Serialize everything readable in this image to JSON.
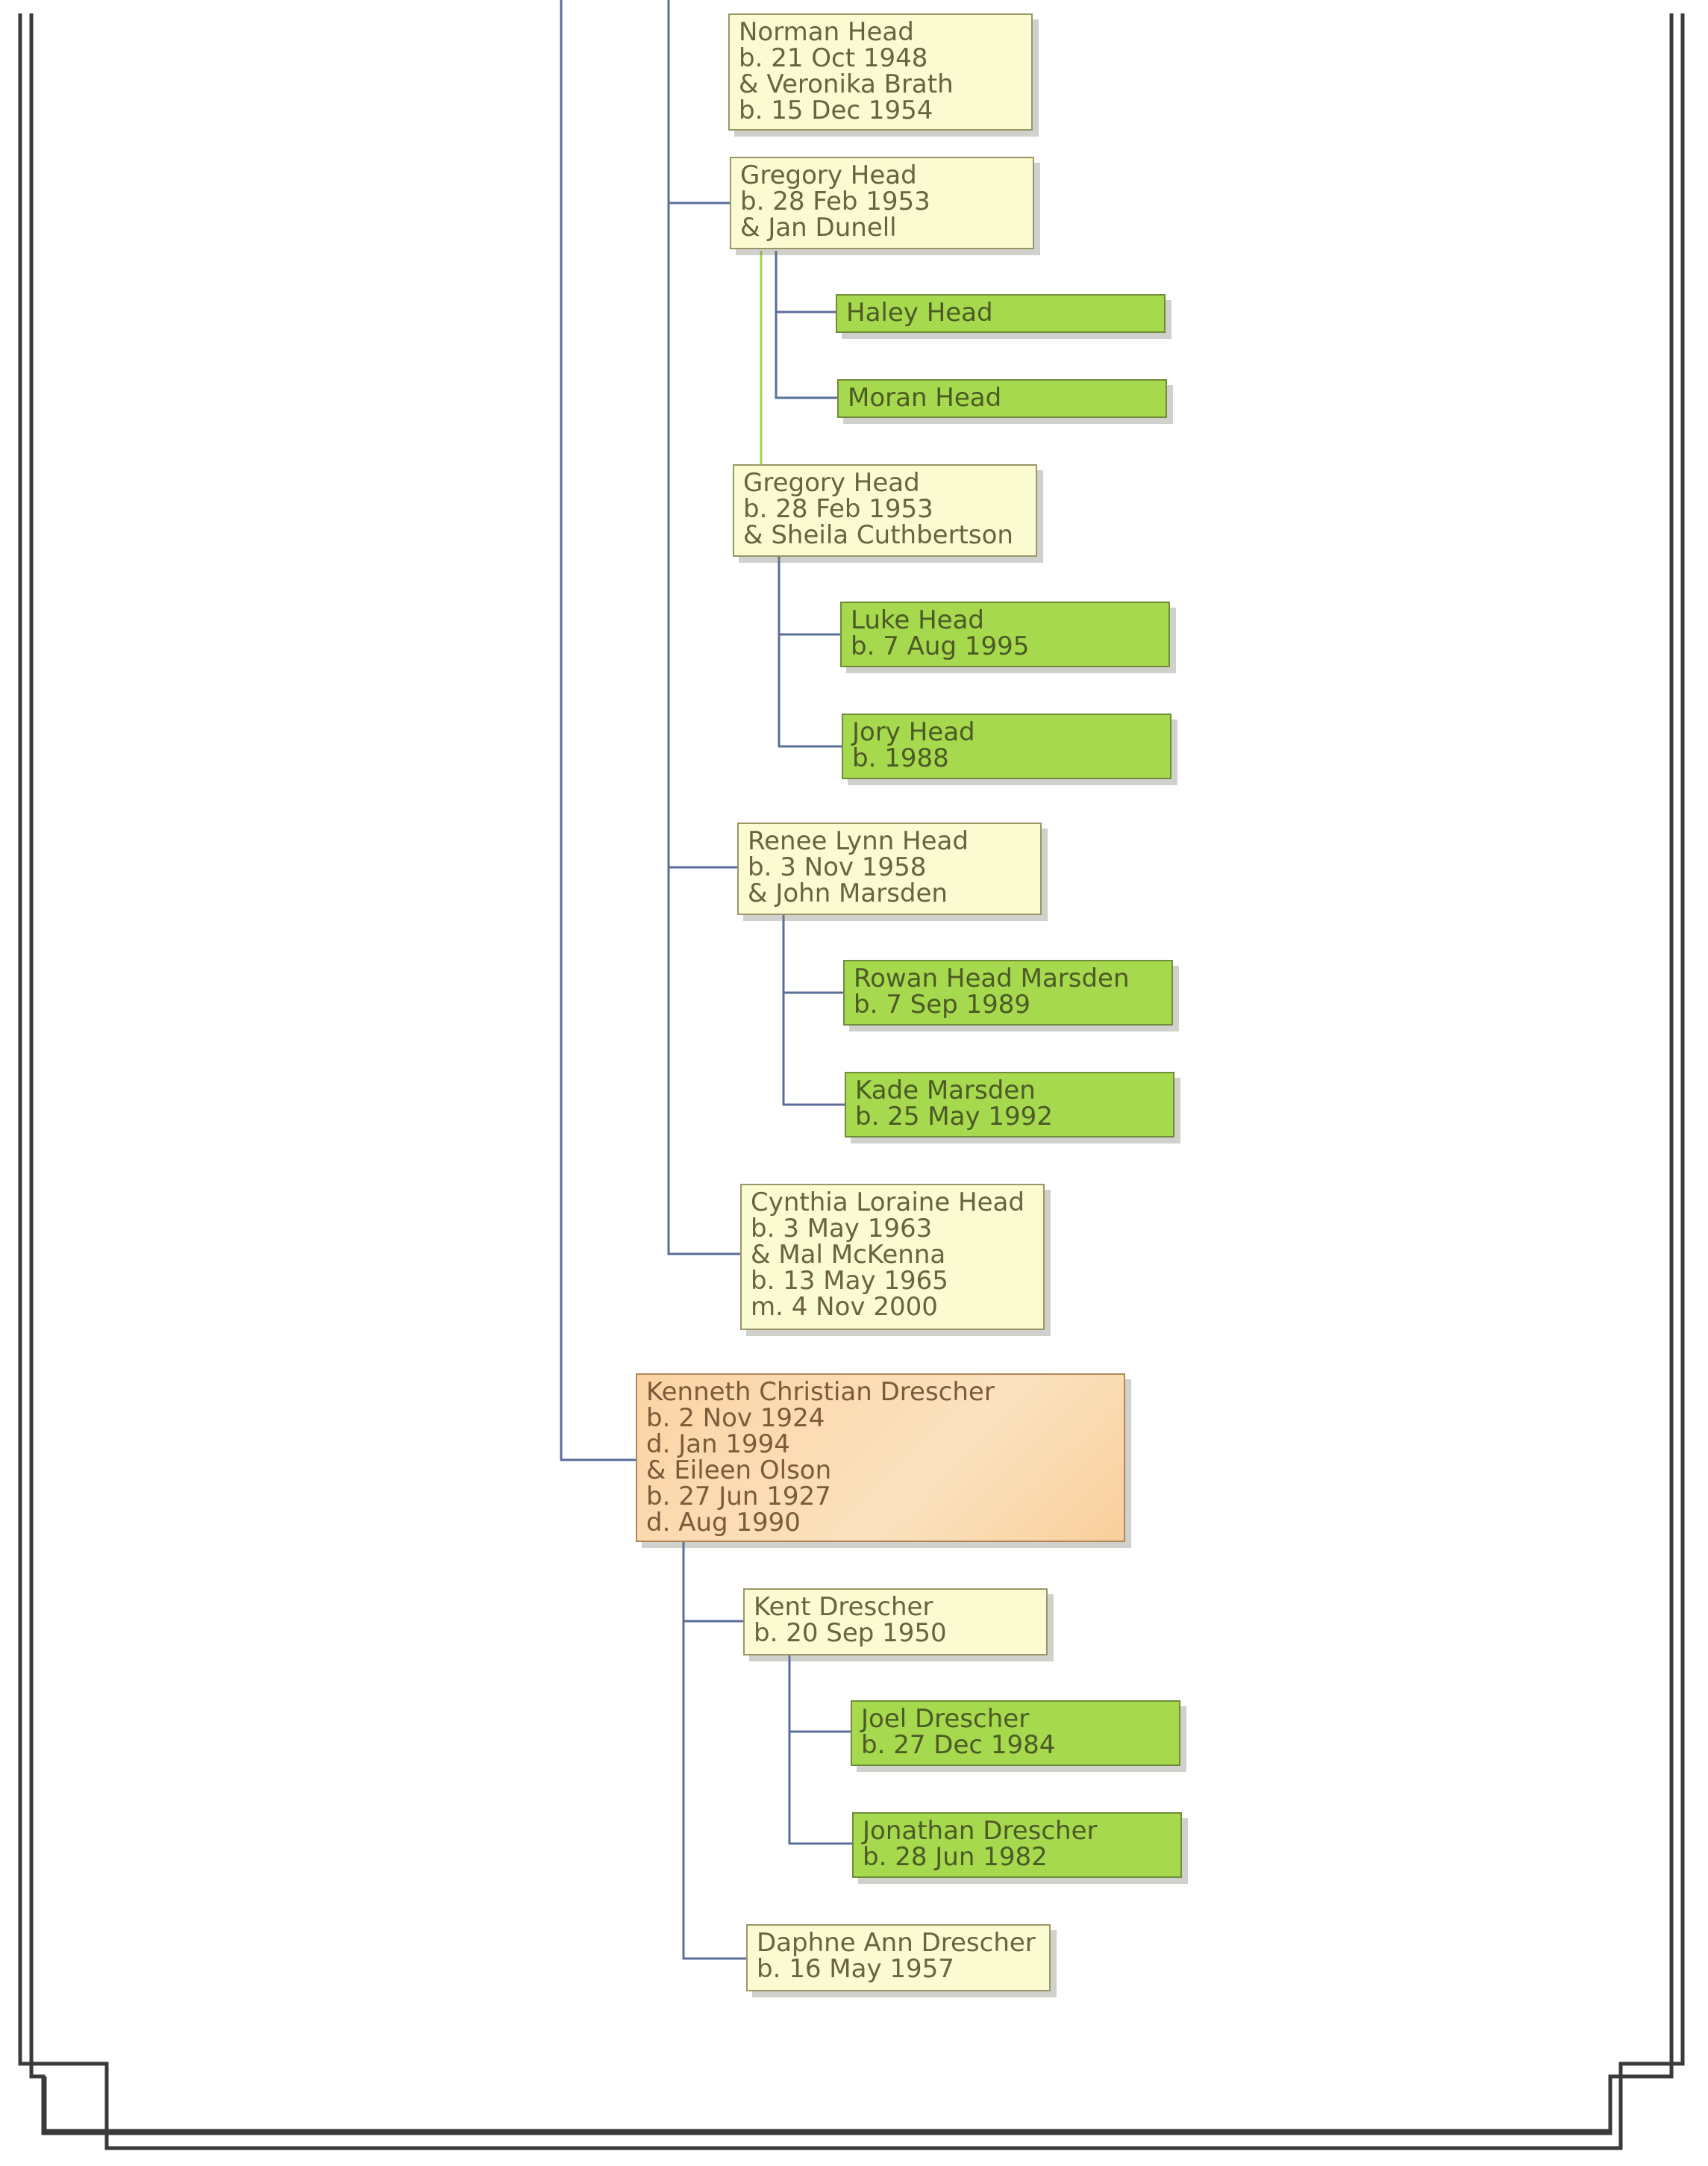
{
  "colors": {
    "border_frame": "#3a3a3a",
    "connector_blue": "#5a6e9a",
    "connector_green": "#a6d24d",
    "box_pale_yellow": "#fbfbd2",
    "box_green": "#a7d94f",
    "box_peach": "#fbd9ac"
  },
  "people": {
    "norman": {
      "lines": [
        "Norman Head",
        "b. 21 Oct 1948",
        "& Veronika Brath",
        "b. 15 Dec 1954"
      ]
    },
    "gregory1": {
      "lines": [
        "Gregory Head",
        "b. 28 Feb 1953",
        "& Jan Dunell"
      ]
    },
    "haley": {
      "lines": [
        "Haley Head"
      ]
    },
    "moran": {
      "lines": [
        "Moran Head"
      ]
    },
    "gregory2": {
      "lines": [
        "Gregory Head",
        "b. 28 Feb 1953",
        "& Sheila Cuthbertson"
      ]
    },
    "luke": {
      "lines": [
        "Luke Head",
        "b. 7 Aug 1995"
      ]
    },
    "jory": {
      "lines": [
        "Jory Head",
        "b. 1988"
      ]
    },
    "renee": {
      "lines": [
        "Renee Lynn Head",
        "b. 3 Nov 1958",
        "& John Marsden"
      ]
    },
    "rowan": {
      "lines": [
        "Rowan Head Marsden",
        "b. 7 Sep 1989"
      ]
    },
    "kade": {
      "lines": [
        "Kade Marsden",
        "b. 25 May 1992"
      ]
    },
    "cynthia": {
      "lines": [
        "Cynthia Loraine Head",
        "b. 3 May 1963",
        "& Mal McKenna",
        "b. 13 May 1965",
        "m. 4 Nov 2000"
      ]
    },
    "kenneth": {
      "lines": [
        "Kenneth Christian Drescher",
        "b. 2 Nov 1924",
        "d. Jan 1994",
        "& Eileen Olson",
        "b. 27 Jun 1927",
        "d. Aug 1990"
      ]
    },
    "kent": {
      "lines": [
        "Kent Drescher",
        "b. 20 Sep 1950"
      ]
    },
    "joel": {
      "lines": [
        "Joel Drescher",
        "b. 27 Dec 1984"
      ]
    },
    "jonathan": {
      "lines": [
        "Jonathan Drescher",
        "b. 28 Jun 1982"
      ]
    },
    "daphne": {
      "lines": [
        "Daphne Ann Drescher",
        "b. 16 May 1957"
      ]
    }
  }
}
